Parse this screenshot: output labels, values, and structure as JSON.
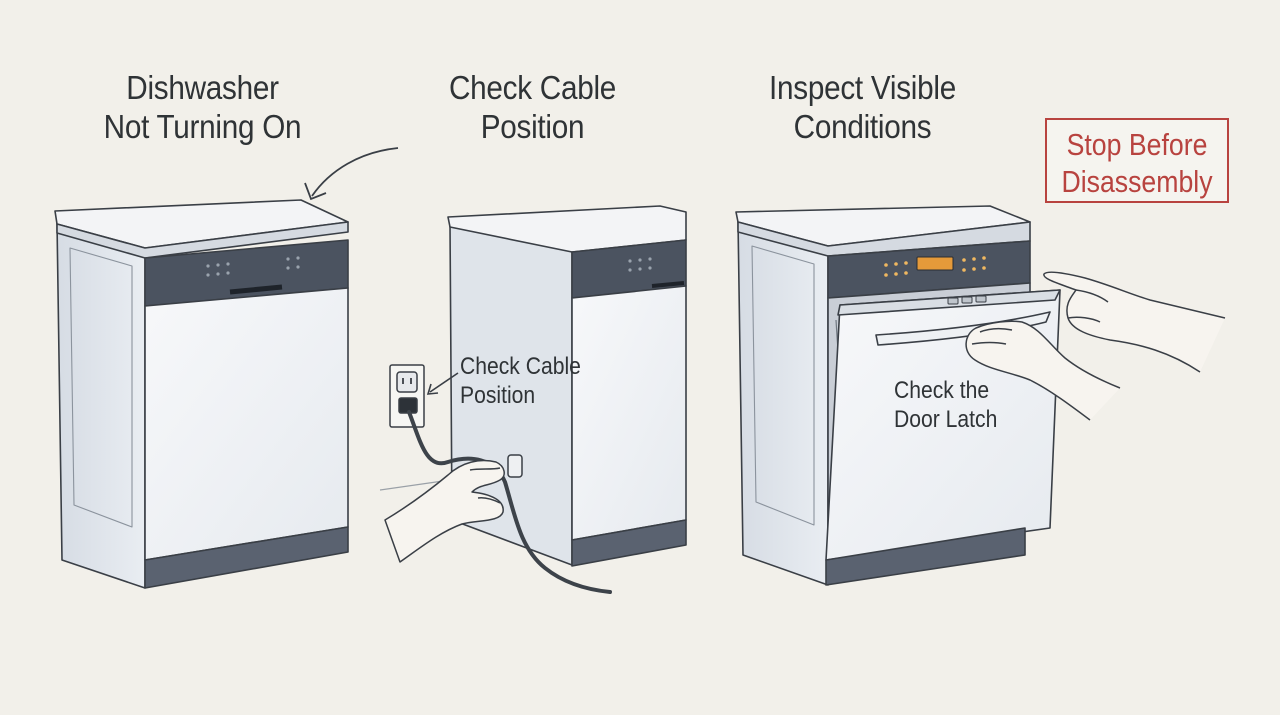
{
  "headings": {
    "step1": [
      "Dishwasher",
      "Not Turning On"
    ],
    "step2": [
      "Check Cable",
      "Position"
    ],
    "step3": [
      "Inspect Visible",
      "Conditions"
    ]
  },
  "callouts": {
    "cable": [
      "Check Cable",
      "Position"
    ],
    "latch": [
      "Check the",
      "Door Latch"
    ]
  },
  "warning": [
    "Stop Before",
    "Disassembly"
  ],
  "colors": {
    "background": "#f2f0ea",
    "appliance_body": "#e4e8ee",
    "control_panel": "#4b5360",
    "kick_plate": "#5a6270",
    "warning": "#b8433f",
    "display_amber": "#e59a3a"
  }
}
